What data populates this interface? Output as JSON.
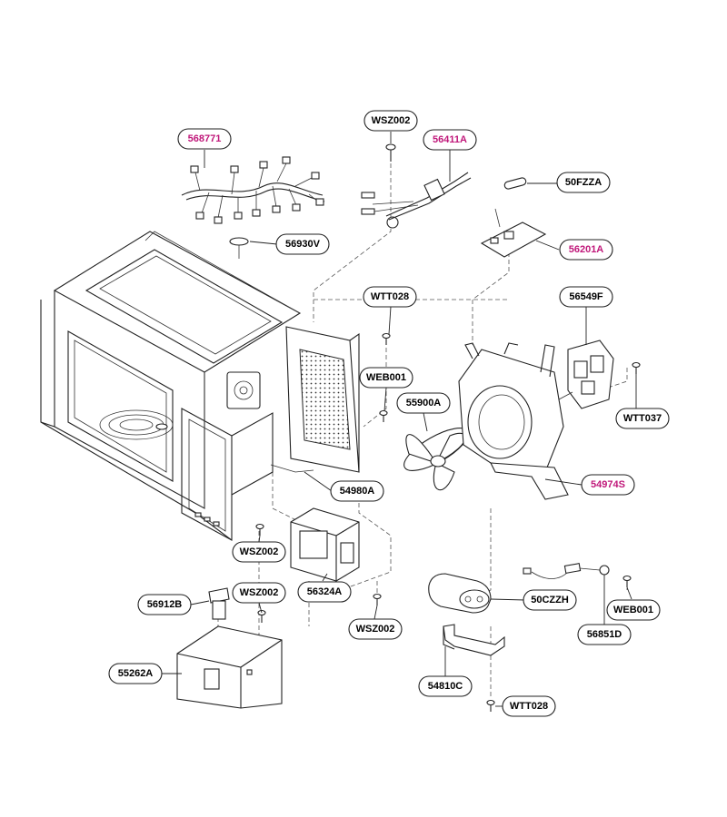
{
  "diagram": {
    "colors": {
      "line": "#222222",
      "highlight": "#c0187a",
      "label_normal": "#000000"
    },
    "callouts": [
      {
        "id": "c1",
        "label": "568771",
        "highlight": true
      },
      {
        "id": "c2",
        "label": "WSZ002",
        "highlight": false
      },
      {
        "id": "c3",
        "label": "56411A",
        "highlight": true
      },
      {
        "id": "c4",
        "label": "50FZZA",
        "highlight": false
      },
      {
        "id": "c5",
        "label": "56930V",
        "highlight": false
      },
      {
        "id": "c6",
        "label": "56201A",
        "highlight": true
      },
      {
        "id": "c7",
        "label": "WTT028",
        "highlight": false
      },
      {
        "id": "c8",
        "label": "56549F",
        "highlight": false
      },
      {
        "id": "c9",
        "label": "WEB001",
        "highlight": false
      },
      {
        "id": "c10",
        "label": "55900A",
        "highlight": false
      },
      {
        "id": "c11",
        "label": "WTT037",
        "highlight": false
      },
      {
        "id": "c12",
        "label": "54974S",
        "highlight": true
      },
      {
        "id": "c13",
        "label": "54980A",
        "highlight": false
      },
      {
        "id": "c14",
        "label": "WSZ002",
        "highlight": false
      },
      {
        "id": "c15",
        "label": "56324A",
        "highlight": false
      },
      {
        "id": "c16",
        "label": "56912B",
        "highlight": false
      },
      {
        "id": "c17",
        "label": "WSZ002",
        "highlight": false
      },
      {
        "id": "c18",
        "label": "50CZZH",
        "highlight": false
      },
      {
        "id": "c19",
        "label": "WEB001",
        "highlight": false
      },
      {
        "id": "c20",
        "label": "WSZ002",
        "highlight": false
      },
      {
        "id": "c21",
        "label": "56851D",
        "highlight": false
      },
      {
        "id": "c22",
        "label": "55262A",
        "highlight": false
      },
      {
        "id": "c23",
        "label": "54810C",
        "highlight": false
      },
      {
        "id": "c24",
        "label": "WTT028",
        "highlight": false
      }
    ]
  }
}
